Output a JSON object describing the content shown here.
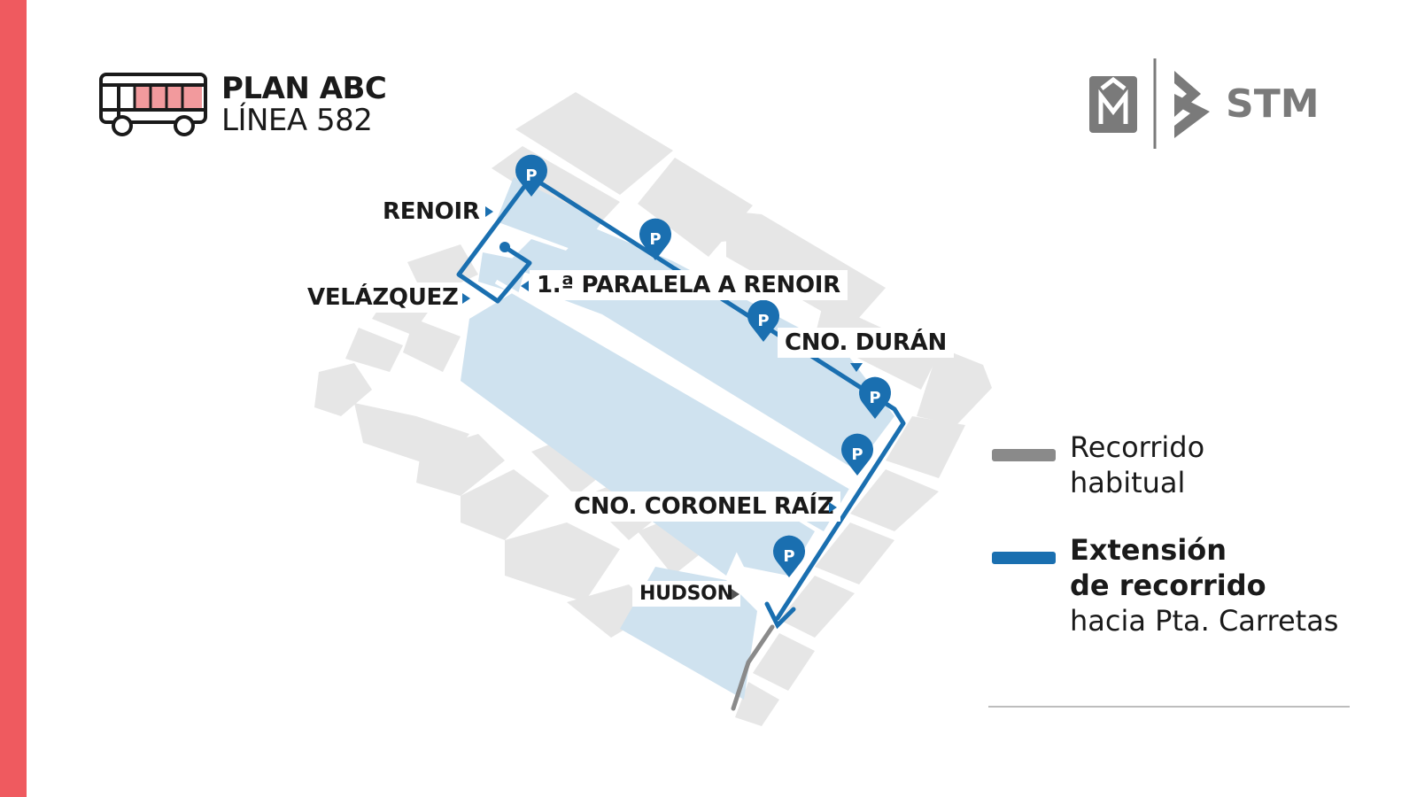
{
  "header": {
    "title": "PLAN ABC",
    "subtitle": "LÍNEA 582"
  },
  "logos": {
    "left_icon": "intendencia-m-icon",
    "brand": "STM"
  },
  "streets": {
    "renoir": "RENOIR",
    "velazquez": "VELÁZQUEZ",
    "paralela": "1.ª PARALELA A RENOIR",
    "duran": "CNO. DURÁN",
    "coronel_raiz": "CNO. CORONEL RAÍZ",
    "hudson": "HUDSON"
  },
  "stops": {
    "label": "P"
  },
  "legend": {
    "usual_line1": "Recorrido",
    "usual_line2": "habitual",
    "ext_line1": "Extensión",
    "ext_line2": "de recorrido",
    "ext_line3": "hacia Pta. Carretas"
  },
  "colors": {
    "accent_stripe": "#ef5a5f",
    "route_blue": "#1a6fb0",
    "route_grey": "#8a8a8a",
    "area_blue": "#cfe2ef",
    "block_grey": "#e6e6e6"
  }
}
